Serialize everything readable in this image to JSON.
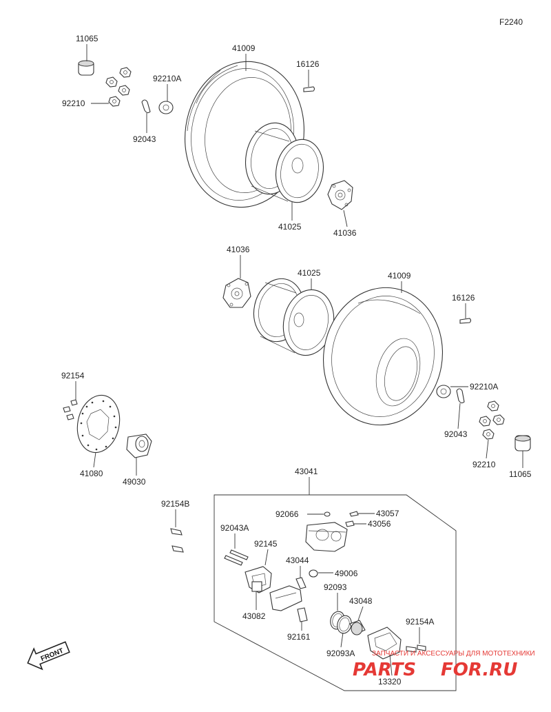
{
  "figure_code": "F2240",
  "labels": {
    "front_top_left_nut_cap": "11065",
    "front_tire": "41009",
    "front_valve": "16126",
    "front_washer": "92210A",
    "front_nut": "92210",
    "front_cotter": "92043",
    "front_rim": "41025",
    "front_hub": "41036",
    "rear_hub": "41036",
    "rear_rim": "41025",
    "rear_tire": "41009",
    "rear_valve": "16126",
    "rear_washer": "92210A",
    "rear_cotter": "92043",
    "rear_nut": "92210",
    "rear_nut_cap": "11065",
    "disc_bolt": "92154",
    "disc": "41080",
    "disc_hub": "49030",
    "caliper_assy": "43041",
    "bolt_b": "92154B",
    "bleeder_cap": "92066",
    "pad_spring": "43057",
    "pad_pin": "43056",
    "pin_a": "92043A",
    "spring_92145": "92145",
    "holder_43044": "43044",
    "boot_49006": "49006",
    "seal_92093": "92093",
    "piston_43048": "43048",
    "bracket_43082": "43082",
    "bolt_92161": "92161",
    "seal_92093a": "92093A",
    "bolt_92154a": "92154A",
    "pads_13320": "13320"
  },
  "front_label": "FRONT",
  "watermark": {
    "tagline": "ЗАПЧАСТИ И АКСЕССУАРЫ ДЛЯ МОТОТЕХНИКИ",
    "brand_left": "PARTS",
    "brand_right": "FOR.RU",
    "color": "#e53935"
  }
}
